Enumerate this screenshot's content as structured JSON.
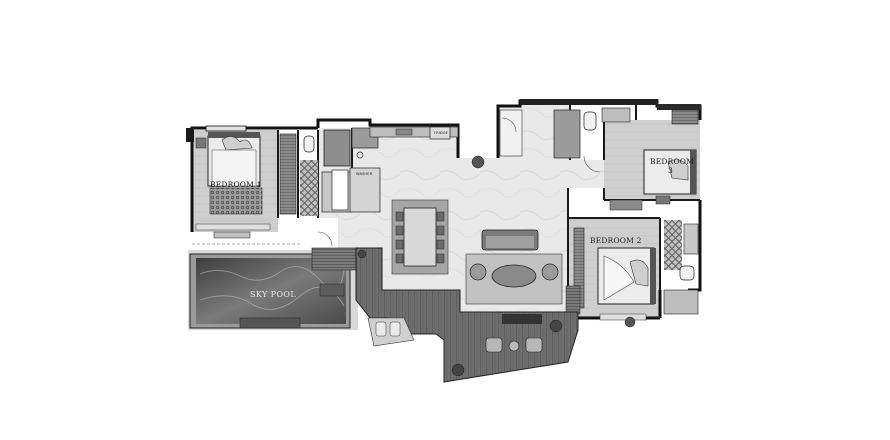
{
  "floorplan": {
    "rooms": {
      "bedroom1": "BEDROOM 1",
      "bedroom2": "BEDROOM 2",
      "bedroom3_line1": "BEDROOM",
      "bedroom3_line2": "3",
      "pool": "SKY POOL"
    },
    "appliances": {
      "fridge": "FRIDGE",
      "washer": "WASHER"
    }
  }
}
